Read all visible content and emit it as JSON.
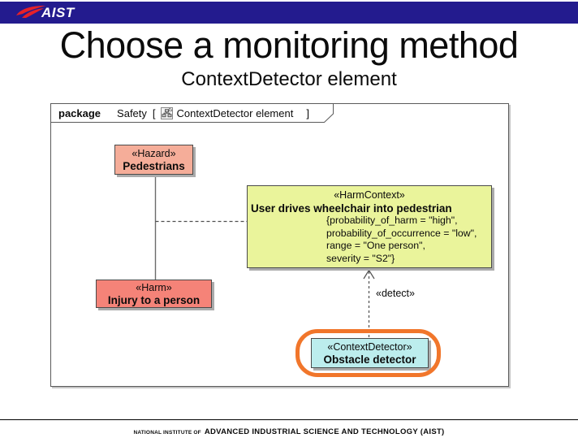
{
  "header": {
    "logo_text": "AIST",
    "bar_color": "#231b8e",
    "logo_red": "#e62129"
  },
  "slide": {
    "title": "Choose a monitoring method",
    "subtitle": "ContextDetector element"
  },
  "diagram": {
    "frame_tab": {
      "kind": "package",
      "name": "Safety",
      "open_bracket": "[",
      "diagram_name": "ContextDetector element",
      "close_bracket": "]"
    },
    "nodes": {
      "hazard": {
        "stereotype": "«Hazard»",
        "name": "Pedestrians",
        "fill": "#f5ad99"
      },
      "harm_context": {
        "stereotype": "«HarmContext»",
        "name": "User drives wheelchair into pedestrian",
        "properties": [
          "{probability_of_harm = \"high\",",
          "probability_of_occurrence = \"low\",",
          "range = \"One person\",",
          "severity = \"S2\"}"
        ],
        "fill": "#eaf49b"
      },
      "harm": {
        "stereotype": "«Harm»",
        "name": "Injury to a person",
        "fill": "#f58378"
      },
      "context_detector": {
        "stereotype": "«ContextDetector»",
        "name": "Obstacle detector",
        "fill": "#bceded"
      }
    },
    "detect_label": "«detect»",
    "highlight_color": "#f1762b"
  },
  "footer": {
    "prefix": "NATIONAL INSTITUTE OF",
    "name": "ADVANCED INDUSTRIAL SCIENCE AND TECHNOLOGY (AIST)"
  }
}
